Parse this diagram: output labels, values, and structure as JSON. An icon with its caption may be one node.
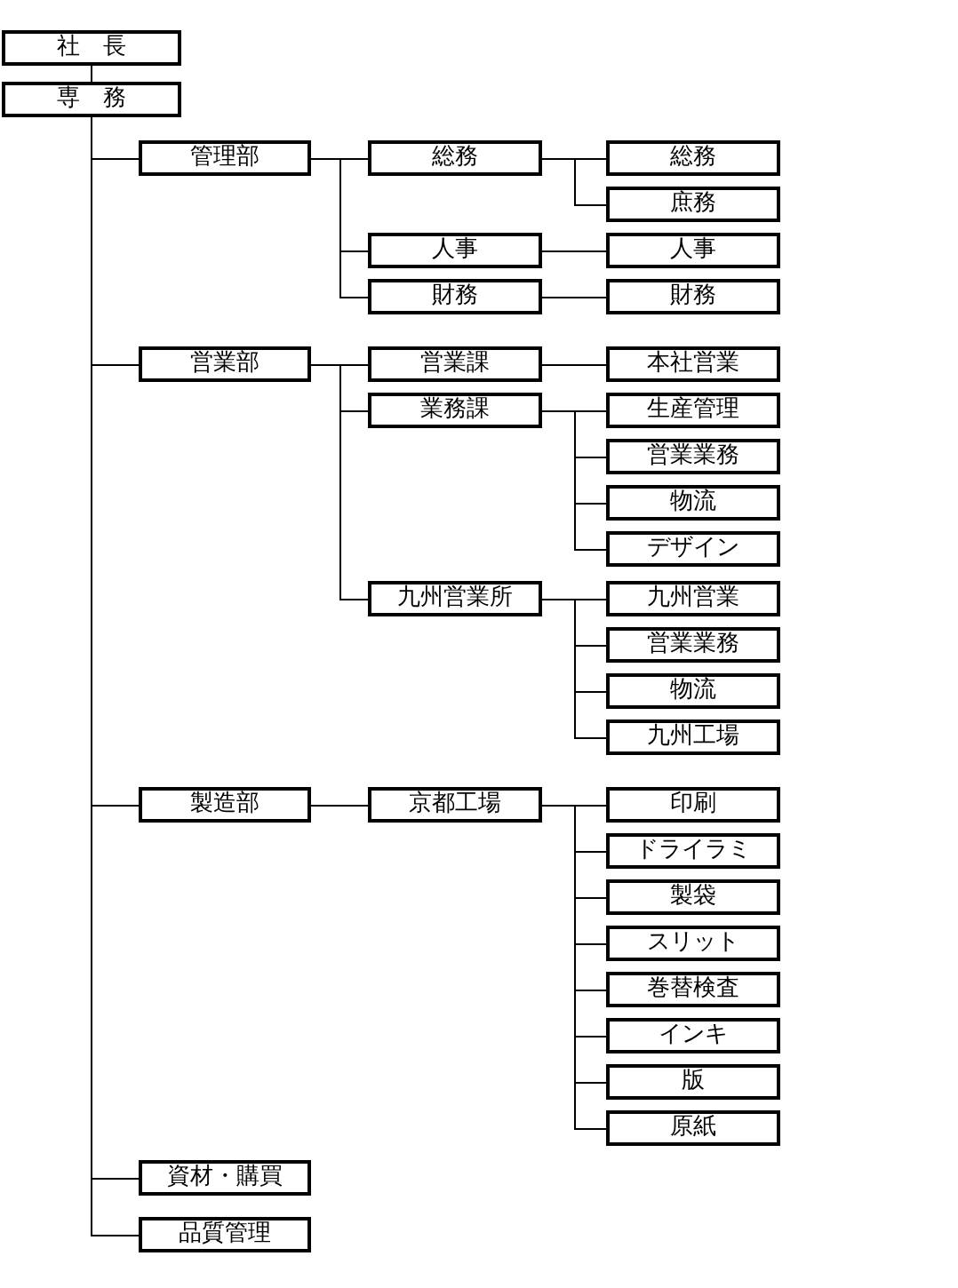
{
  "diagram": {
    "nodes": [
      {
        "text": [
          "社　長"
        ]
      },
      {
        "text": [
          "専　務"
        ]
      },
      {
        "text": [
          "管理部"
        ]
      },
      {
        "text": [
          "総務"
        ]
      },
      {
        "text": [
          "総務"
        ]
      },
      {
        "text": [
          "庶務"
        ]
      },
      {
        "text": [
          "人事"
        ]
      },
      {
        "text": [
          "人事"
        ]
      },
      {
        "text": [
          "財務"
        ]
      },
      {
        "text": [
          "財務"
        ]
      },
      {
        "text": [
          "営業部"
        ]
      },
      {
        "text": [
          "営業課"
        ]
      },
      {
        "text": [
          "本社営業"
        ]
      },
      {
        "text": [
          "業務課"
        ]
      },
      {
        "text": [
          "生産管理"
        ]
      },
      {
        "text": [
          "営業業務"
        ]
      },
      {
        "text": [
          "物流"
        ]
      },
      {
        "text": [
          "デザイン"
        ]
      },
      {
        "text": [
          "九州営業所"
        ]
      },
      {
        "text": [
          "九州営業"
        ]
      },
      {
        "text": [
          "営業業務"
        ]
      },
      {
        "text": [
          "物流"
        ]
      },
      {
        "text": [
          "九州工場"
        ]
      },
      {
        "text": [
          "製造部"
        ]
      },
      {
        "text": [
          "京都工場"
        ]
      },
      {
        "text": [
          "印刷"
        ]
      },
      {
        "text": [
          "ドライラミ"
        ]
      },
      {
        "text": [
          "製袋"
        ]
      },
      {
        "text": [
          "スリット"
        ]
      },
      {
        "text": [
          "巻替検査"
        ]
      },
      {
        "text": [
          "インキ"
        ]
      },
      {
        "text": [
          "版"
        ]
      },
      {
        "text": [
          "原紙"
        ]
      },
      {
        "text": [
          "資材・購買"
        ]
      },
      {
        "text": [
          "品質管理"
        ]
      }
    ],
    "edges": [
      {
        "from": 0,
        "to": 1,
        "arrow": "none"
      },
      {
        "from": 1,
        "to": 2,
        "arrow": "none"
      },
      {
        "from": 1,
        "to": 10,
        "arrow": "none"
      },
      {
        "from": 1,
        "to": 23,
        "arrow": "none"
      },
      {
        "from": 1,
        "to": 33,
        "arrow": "none"
      },
      {
        "from": 1,
        "to": 34,
        "arrow": "none"
      },
      {
        "from": 2,
        "to": 3,
        "arrow": "none"
      },
      {
        "from": 2,
        "to": 6,
        "arrow": "none"
      },
      {
        "from": 2,
        "to": 8,
        "arrow": "none"
      },
      {
        "from": 3,
        "to": 4,
        "arrow": "none"
      },
      {
        "from": 3,
        "to": 5,
        "arrow": "none"
      },
      {
        "from": 6,
        "to": 7,
        "arrow": "none"
      },
      {
        "from": 8,
        "to": 9,
        "arrow": "none"
      },
      {
        "from": 10,
        "to": 11,
        "arrow": "none"
      },
      {
        "from": 10,
        "to": 13,
        "arrow": "none"
      },
      {
        "from": 10,
        "to": 18,
        "arrow": "none"
      },
      {
        "from": 11,
        "to": 12,
        "arrow": "none"
      },
      {
        "from": 13,
        "to": 14,
        "arrow": "none"
      },
      {
        "from": 13,
        "to": 15,
        "arrow": "none"
      },
      {
        "from": 13,
        "to": 16,
        "arrow": "none"
      },
      {
        "from": 13,
        "to": 17,
        "arrow": "none"
      },
      {
        "from": 18,
        "to": 19,
        "arrow": "none"
      },
      {
        "from": 18,
        "to": 20,
        "arrow": "none"
      },
      {
        "from": 18,
        "to": 21,
        "arrow": "none"
      },
      {
        "from": 18,
        "to": 22,
        "arrow": "none"
      },
      {
        "from": 23,
        "to": 24,
        "arrow": "none"
      },
      {
        "from": 24,
        "to": 25,
        "arrow": "none"
      },
      {
        "from": 24,
        "to": 26,
        "arrow": "none"
      },
      {
        "from": 24,
        "to": 27,
        "arrow": "none"
      },
      {
        "from": 24,
        "to": 28,
        "arrow": "none"
      },
      {
        "from": 24,
        "to": 29,
        "arrow": "none"
      },
      {
        "from": 24,
        "to": 30,
        "arrow": "none"
      },
      {
        "from": 24,
        "to": 31,
        "arrow": "none"
      },
      {
        "from": 24,
        "to": 32,
        "arrow": "none"
      }
    ]
  }
}
